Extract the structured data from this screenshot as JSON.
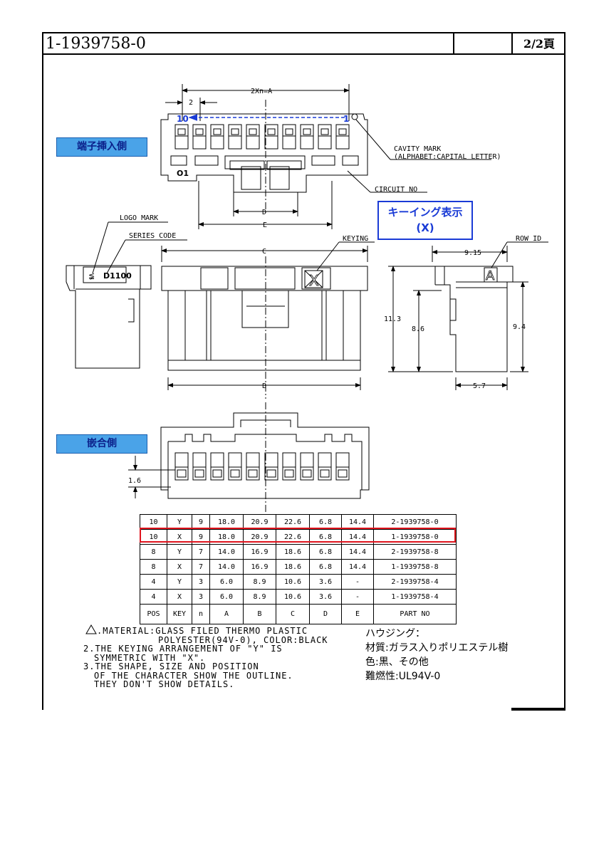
{
  "header": {
    "part_number": "1-1939758-0",
    "page": "2/2頁"
  },
  "tags": {
    "insertion_side": "端子挿入側",
    "mating_side": "嵌合側"
  },
  "keying_box": {
    "line1": "キーイング表示",
    "line2": "(X)"
  },
  "labels": {
    "cavity_mark_1": "CAVITY MARK",
    "cavity_mark_2": "(ALPHABET:CAPITAL LETTER)",
    "circuit_no": "CIRCUIT NO",
    "logo_mark": "LOGO MARK",
    "series_code": "SERIES CODE",
    "keying": "KEYING",
    "row_id": "ROW ID",
    "series_stamp": "D1100",
    "logo_glyph": "≨",
    "cavity_first": "10",
    "cavity_last": "1",
    "circuit_glyph": "O1",
    "key_letter": "X",
    "row_letter": "A"
  },
  "dimensions": {
    "pitch_label": "2Xn=A",
    "pitch": "2",
    "d": "D",
    "e": "E",
    "c": "C",
    "b": "B",
    "h1": "11.3",
    "h2": "8.6",
    "w1": "9.15",
    "h3": "9.4",
    "w2": "5.7",
    "pin_gap": "1.6"
  },
  "table": {
    "headers": [
      "POS",
      "KEY",
      "n",
      "A",
      "B",
      "C",
      "D",
      "E",
      "PART NO"
    ],
    "rows": [
      [
        "10",
        "Y",
        "9",
        "18.0",
        "20.9",
        "22.6",
        "6.8",
        "14.4",
        "2-1939758-0"
      ],
      [
        "10",
        "X",
        "9",
        "18.0",
        "20.9",
        "22.6",
        "6.8",
        "14.4",
        "1-1939758-0"
      ],
      [
        "8",
        "Y",
        "7",
        "14.0",
        "16.9",
        "18.6",
        "6.8",
        "14.4",
        "2-1939758-8"
      ],
      [
        "8",
        "X",
        "7",
        "14.0",
        "16.9",
        "18.6",
        "6.8",
        "14.4",
        "1-1939758-8"
      ],
      [
        "4",
        "Y",
        "3",
        "6.0",
        "8.9",
        "10.6",
        "3.6",
        "-",
        "2-1939758-4"
      ],
      [
        "4",
        "X",
        "3",
        "6.0",
        "8.9",
        "10.6",
        "3.6",
        "-",
        "1-1939758-4"
      ]
    ],
    "highlight_color": "#e0141e"
  },
  "notes": {
    "n1_line1": ".MATERIAL:GLASS FILED THERMO PLASTIC",
    "n1_line2": "POLYESTER(94V-0), COLOR:BLACK",
    "n2_line1": "2.THE KEYING ARRANGEMENT OF \"Y\" IS",
    "n2_line2": "SYMMETRIC WITH \"X\".",
    "n3_line1": "3.THE SHAPE, SIZE AND POSITION",
    "n3_line2": "OF THE CHARACTER SHOW THE OUTLINE.",
    "n3_line3": "THEY DON'T SHOW DETAILS."
  },
  "jp_notes": {
    "housing": "ハウジング：",
    "material": "材質:ガラス入りポリエステル樹",
    "color": "色:黒、その他",
    "flammability": "難燃性:UL94V-0"
  },
  "colors": {
    "tag_bg": "#4aa3e8",
    "tag_text": "#0a1f8a",
    "keying_border": "#1a3bd6",
    "cavity_arrow": "#1a3bd6"
  }
}
